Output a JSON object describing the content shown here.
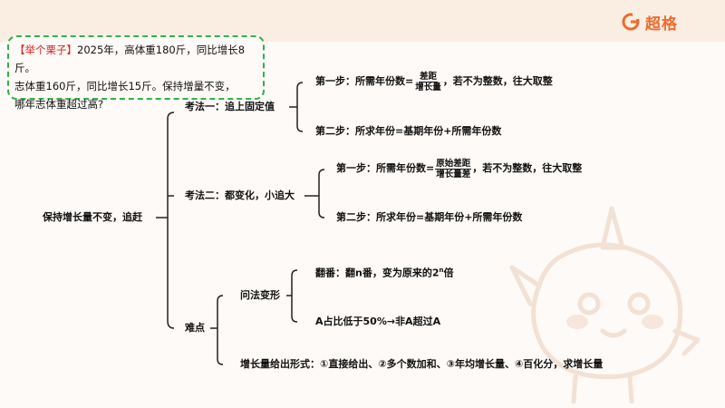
{
  "brand": {
    "name": "超格",
    "logo_icon": "g-logo-icon",
    "accent": "#ef6a2e"
  },
  "example": {
    "tag": "【举个栗子】",
    "line1": "2025年，高体重180斤，同比增长8斤。",
    "line2": "志体重160斤，同比增长15斤。保持增量不变，",
    "line3": "哪年志体重超过高?"
  },
  "tree": {
    "root": "保持增长量不变，追赶",
    "m1": {
      "label": "考法一：追上固定值",
      "s1_prefix": "第一步：所需年份数=",
      "s1_num": "差距",
      "s1_den": "增长量",
      "s1_suffix": "，若不为整数，往大取整",
      "s2": "第二步：所求年份=基期年份+所需年份数"
    },
    "m2": {
      "label": "考法二：都变化，小追大",
      "s1_prefix": "第一步：所需年份数=",
      "s1_num": "原始差距",
      "s1_den": "增长量差",
      "s1_suffix": "，若不为整数，往大取整",
      "s2": "第二步：所求年份=基期年份+所需年份数"
    },
    "m3": {
      "label": "难点",
      "q": {
        "label": "问法变形",
        "a1_prefix": "翻番：翻n番，变为原来的2",
        "a1_sup": "n",
        "a1_suffix": "倍",
        "a2": "A占比低于50%→非A超过A"
      },
      "g": "增长量给出形式：①直接给出、②多个数加和、③年均增长量、④百化分，求增长量"
    }
  }
}
